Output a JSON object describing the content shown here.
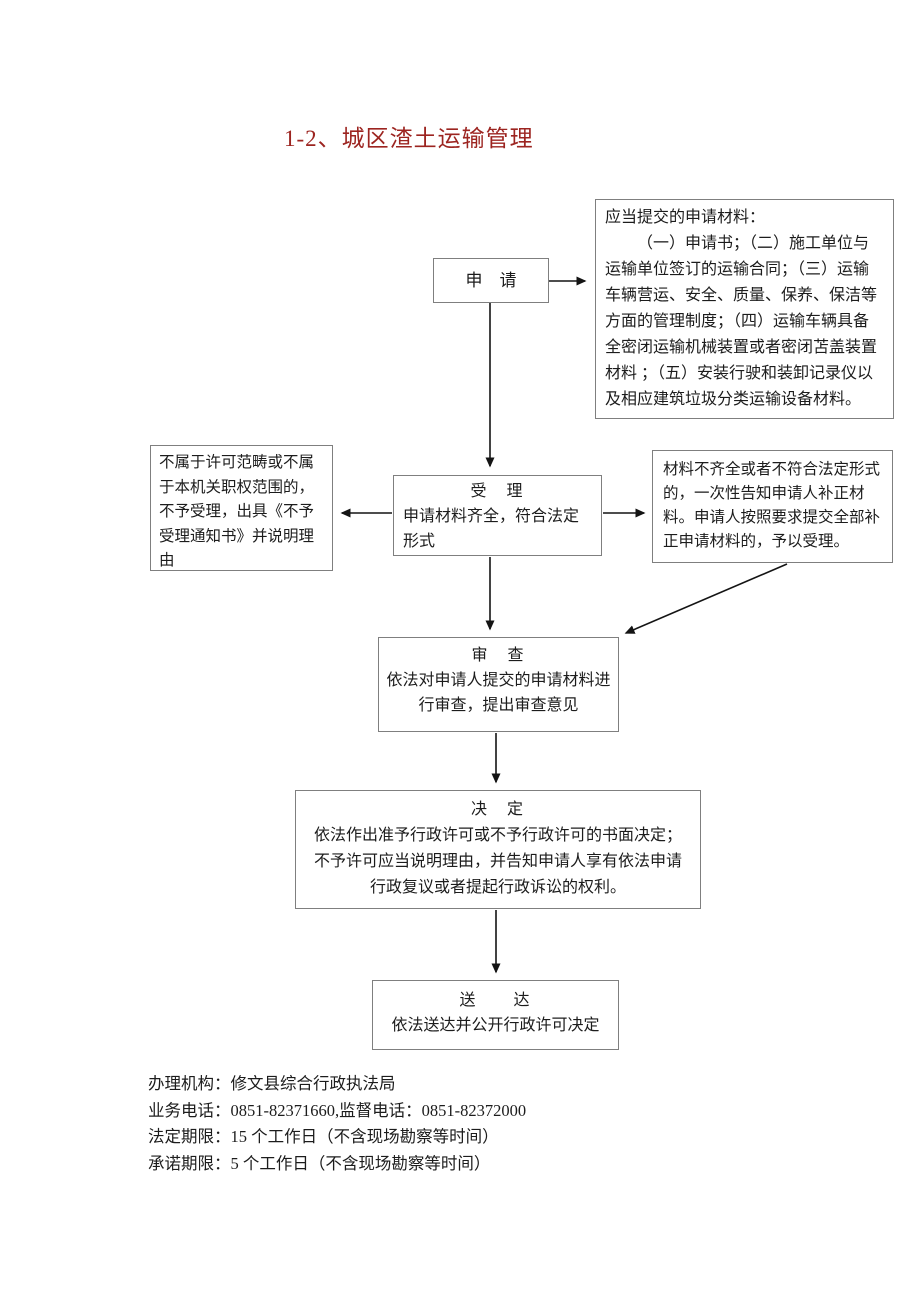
{
  "page": {
    "title": "1-2、城区渣土运输管理",
    "title_color": "#9c2420",
    "border_color": "#7f7f7f"
  },
  "flowchart": {
    "apply": {
      "label": "申　请"
    },
    "materials": {
      "heading": "应当提交的申请材料：",
      "body": "（一）申请书；（二）施工单位与运输单位签订的运输合同；（三）运输车辆营运、安全、质量、保养、保洁等方面的管理制度；（四）运输车辆具备全密闭运输机械装置或者密闭苫盖装置材料 ；（五）安装行驶和装卸记录仪以及相应建筑垃圾分类运输设备材料。"
    },
    "accept": {
      "title": "受　理",
      "body": "申请材料齐全，符合法定形式"
    },
    "not_accept": {
      "body": "不属于许可范畴或不属于本机关职权范围的，不予受理，出具《不予受理通知书》并说明理由"
    },
    "supplement": {
      "body": "材料不齐全或者不符合法定形式的，一次性告知申请人补正材料。申请人按照要求提交全部补正申请材料的，予以受理。"
    },
    "review": {
      "title": "审　查",
      "body": "依法对申请人提交的申请材料进行审查，提出审查意见"
    },
    "decide": {
      "title": "决　定",
      "body": "依法作出准予行政许可或不予行政许可的书面决定；不予许可应当说明理由，并告知申请人享有依法申请行政复议或者提起行政诉讼的权利。"
    },
    "deliver": {
      "title": "送　　达",
      "body": "依法送达并公开行政许可决定"
    }
  },
  "footer": {
    "lines": [
      "办理机构：修文县综合行政执法局",
      "业务电话：0851-82371660,监督电话：0851-82372000",
      "法定期限：15 个工作日（不含现场勘察等时间）",
      "承诺期限：5 个工作日（不含现场勘察等时间）"
    ]
  }
}
